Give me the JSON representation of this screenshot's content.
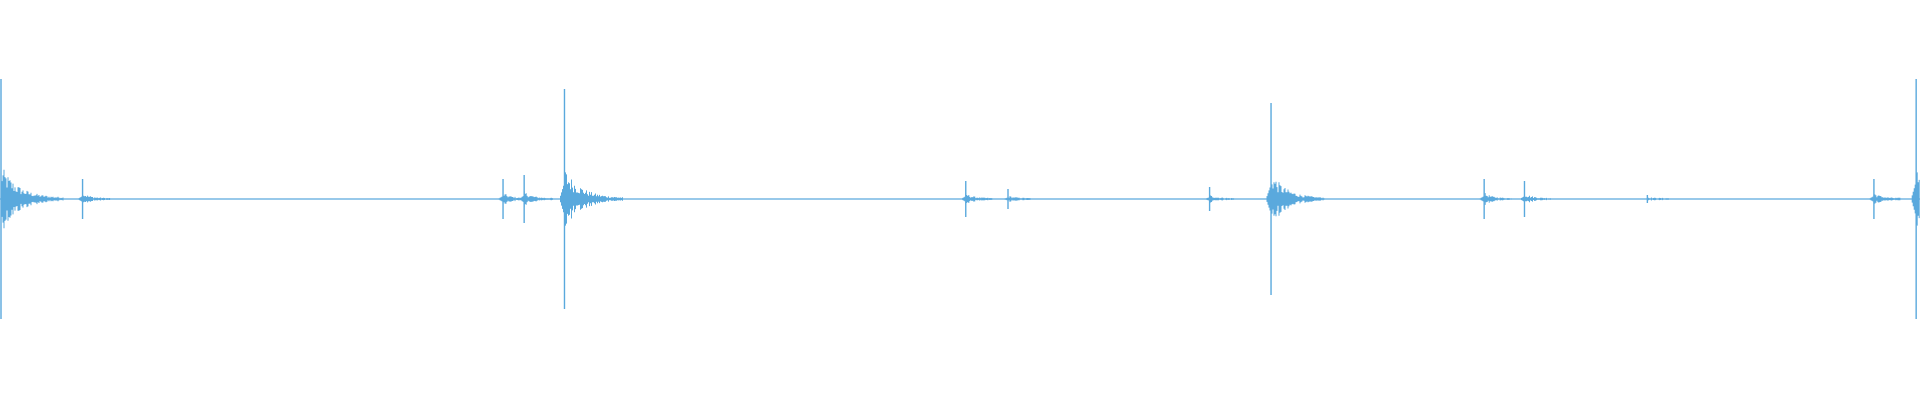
{
  "waveform": {
    "color": "#5aa9dd",
    "background": "#ffffff",
    "peaks": [
      {
        "t": 0.0,
        "amp": 0.6
      },
      {
        "t": 0.043,
        "amp": 0.1
      },
      {
        "t": 0.262,
        "amp": 0.1
      },
      {
        "t": 0.273,
        "amp": 0.12
      },
      {
        "t": 0.294,
        "amp": 0.55
      },
      {
        "t": 0.503,
        "amp": 0.09
      },
      {
        "t": 0.525,
        "amp": 0.05
      },
      {
        "t": 0.63,
        "amp": 0.06
      },
      {
        "t": 0.662,
        "amp": 0.48
      },
      {
        "t": 0.773,
        "amp": 0.1
      },
      {
        "t": 0.794,
        "amp": 0.09
      },
      {
        "t": 0.858,
        "amp": 0.02
      },
      {
        "t": 0.976,
        "amp": 0.1
      },
      {
        "t": 0.998,
        "amp": 0.6
      }
    ]
  }
}
